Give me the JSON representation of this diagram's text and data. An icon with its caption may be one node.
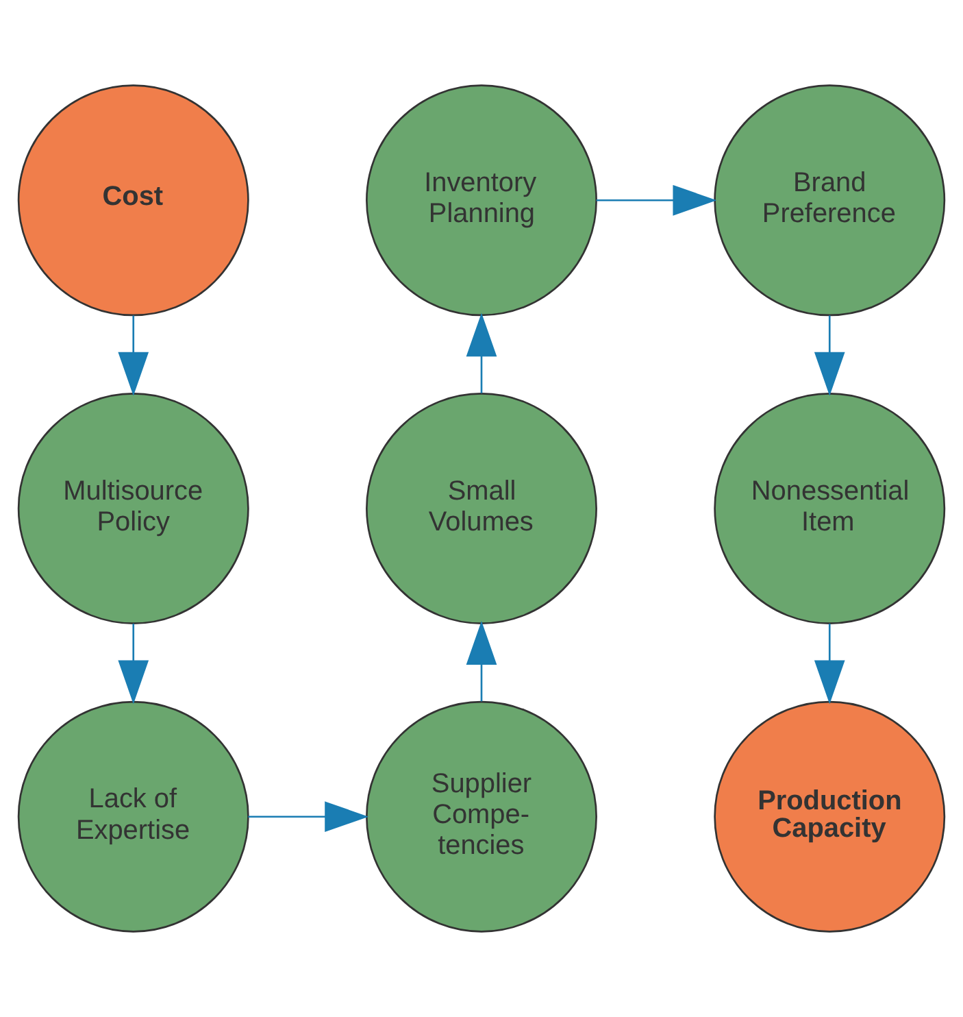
{
  "diagram": {
    "nodes": [
      {
        "text": [
          "Cost"
        ]
      },
      {
        "text": [
          "Inventory Planning"
        ]
      },
      {
        "text": [
          "Brand Preference"
        ]
      },
      {
        "text": [
          "Multisource Policy"
        ]
      },
      {
        "text": [
          "Small Volumes"
        ]
      },
      {
        "text": [
          "Nonessential Item"
        ]
      },
      {
        "text": [
          "Lack of Expertise"
        ]
      },
      {
        "text": [
          "Supplier Compe- tencies"
        ]
      },
      {
        "text": [
          "Production Capacity"
        ]
      }
    ],
    "edges": [
      {
        "from": 0,
        "to": 3,
        "arrow": "to"
      },
      {
        "from": 3,
        "to": 6,
        "arrow": "to"
      },
      {
        "from": 6,
        "to": 7,
        "arrow": "to"
      },
      {
        "from": 7,
        "to": 4,
        "arrow": "to"
      },
      {
        "from": 4,
        "to": 1,
        "arrow": "to"
      },
      {
        "from": 1,
        "to": 2,
        "arrow": "to"
      },
      {
        "from": 2,
        "to": 5,
        "arrow": "to"
      },
      {
        "from": 5,
        "to": 8,
        "arrow": "to"
      }
    ]
  }
}
